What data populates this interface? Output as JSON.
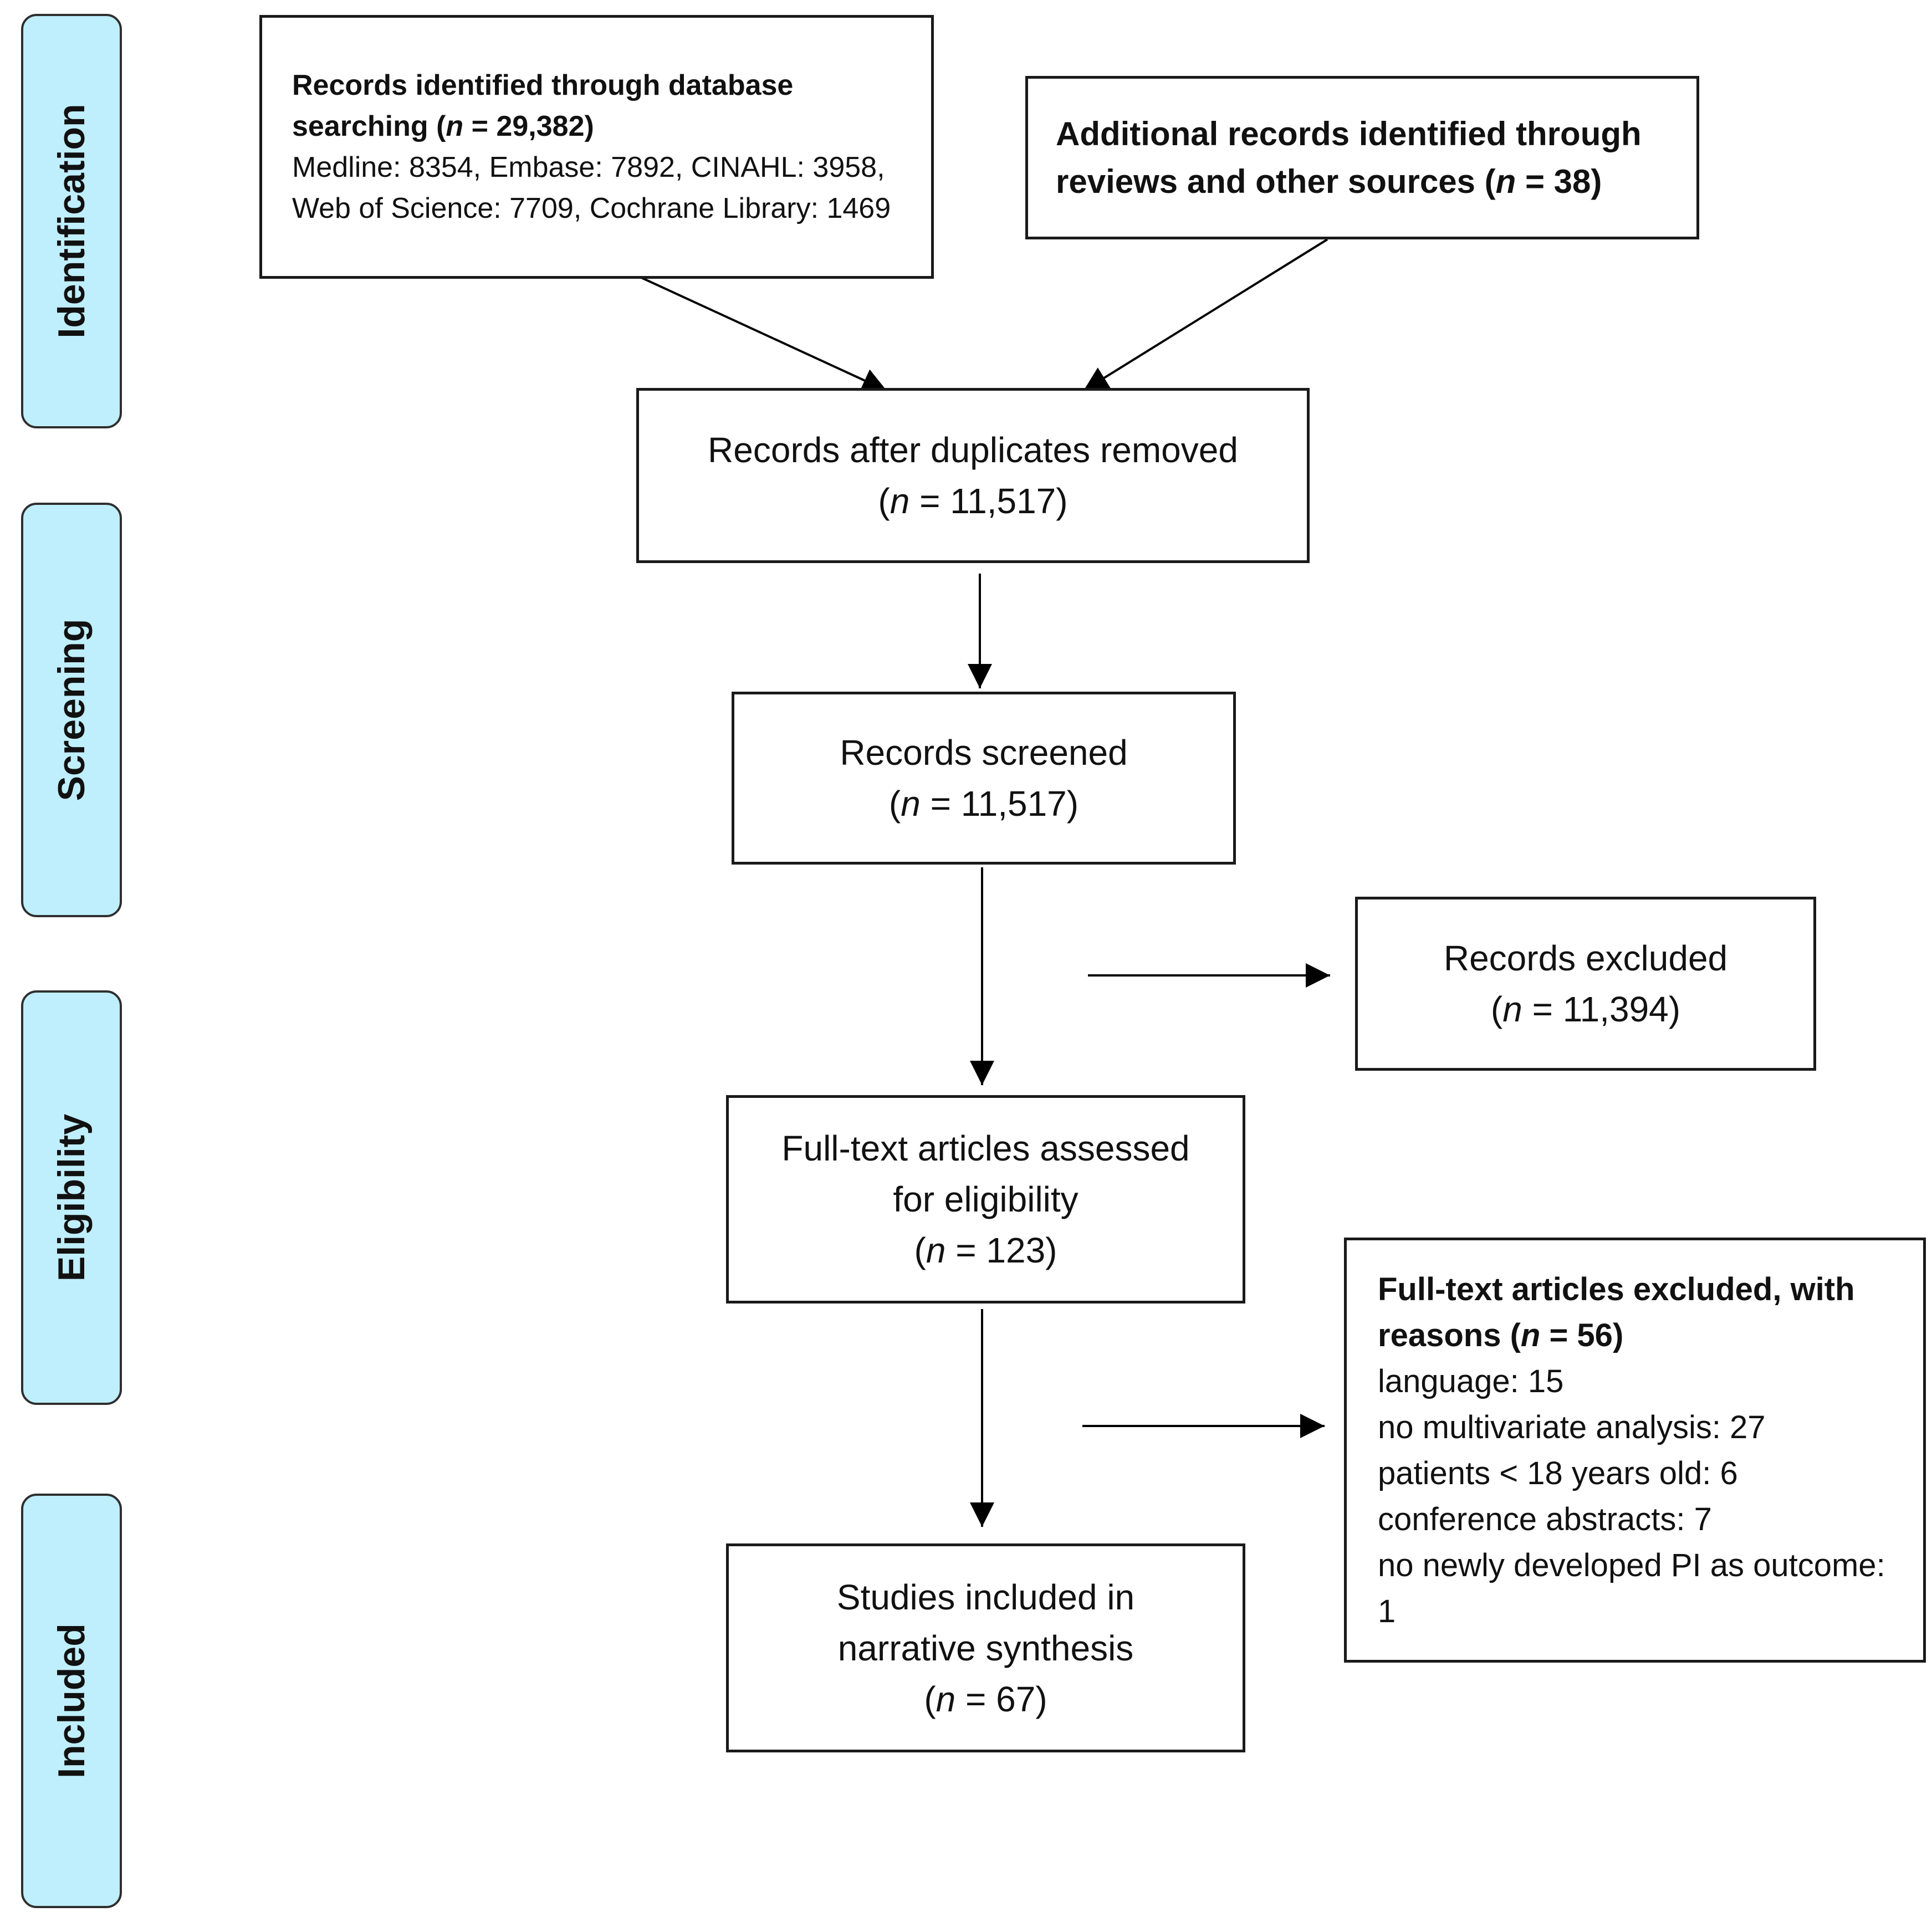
{
  "phases": [
    {
      "label": "Identification"
    },
    {
      "label": "Screening"
    },
    {
      "label": "Eligibility"
    },
    {
      "label": "Included"
    }
  ],
  "boxes": {
    "database": {
      "title": "Records identified through database searching (",
      "n_symbol": "n",
      "count": " = 29,382)",
      "detail": "Medline: 8354, Embase: 7892, CINAHL: 3958, Web of Science: 7709, Cochrane Library: 1469"
    },
    "additional": {
      "title": "Additional records identified through reviews and other sources (",
      "n_symbol": "n",
      "count": " = 38)"
    },
    "duplicates_removed": {
      "label": "Records after duplicates removed",
      "open": "(",
      "n_symbol": "n",
      "count": " = 11,517)"
    },
    "screened": {
      "label": "Records screened",
      "open": "(",
      "n_symbol": "n",
      "count": " = 11,517)"
    },
    "excluded": {
      "label": "Records excluded",
      "open": "(",
      "n_symbol": "n",
      "count": " = 11,394)"
    },
    "fulltext": {
      "label_line1": "Full-text articles assessed",
      "label_line2": "for eligibility",
      "open": "(",
      "n_symbol": "n",
      "count": " = 123)"
    },
    "fulltext_excluded": {
      "title": "Full-text articles excluded, with reasons (",
      "n_symbol": "n",
      "count": " = 56)",
      "reasons": [
        "language: 15",
        "no multivariate analysis: 27",
        "patients < 18 years old: 6",
        "conference abstracts: 7",
        "no newly developed PI as outcome: 1"
      ]
    },
    "included": {
      "label_line1": "Studies included in",
      "label_line2": "narrative synthesis",
      "open": "(",
      "n_symbol": "n",
      "count": " = 67)"
    }
  }
}
